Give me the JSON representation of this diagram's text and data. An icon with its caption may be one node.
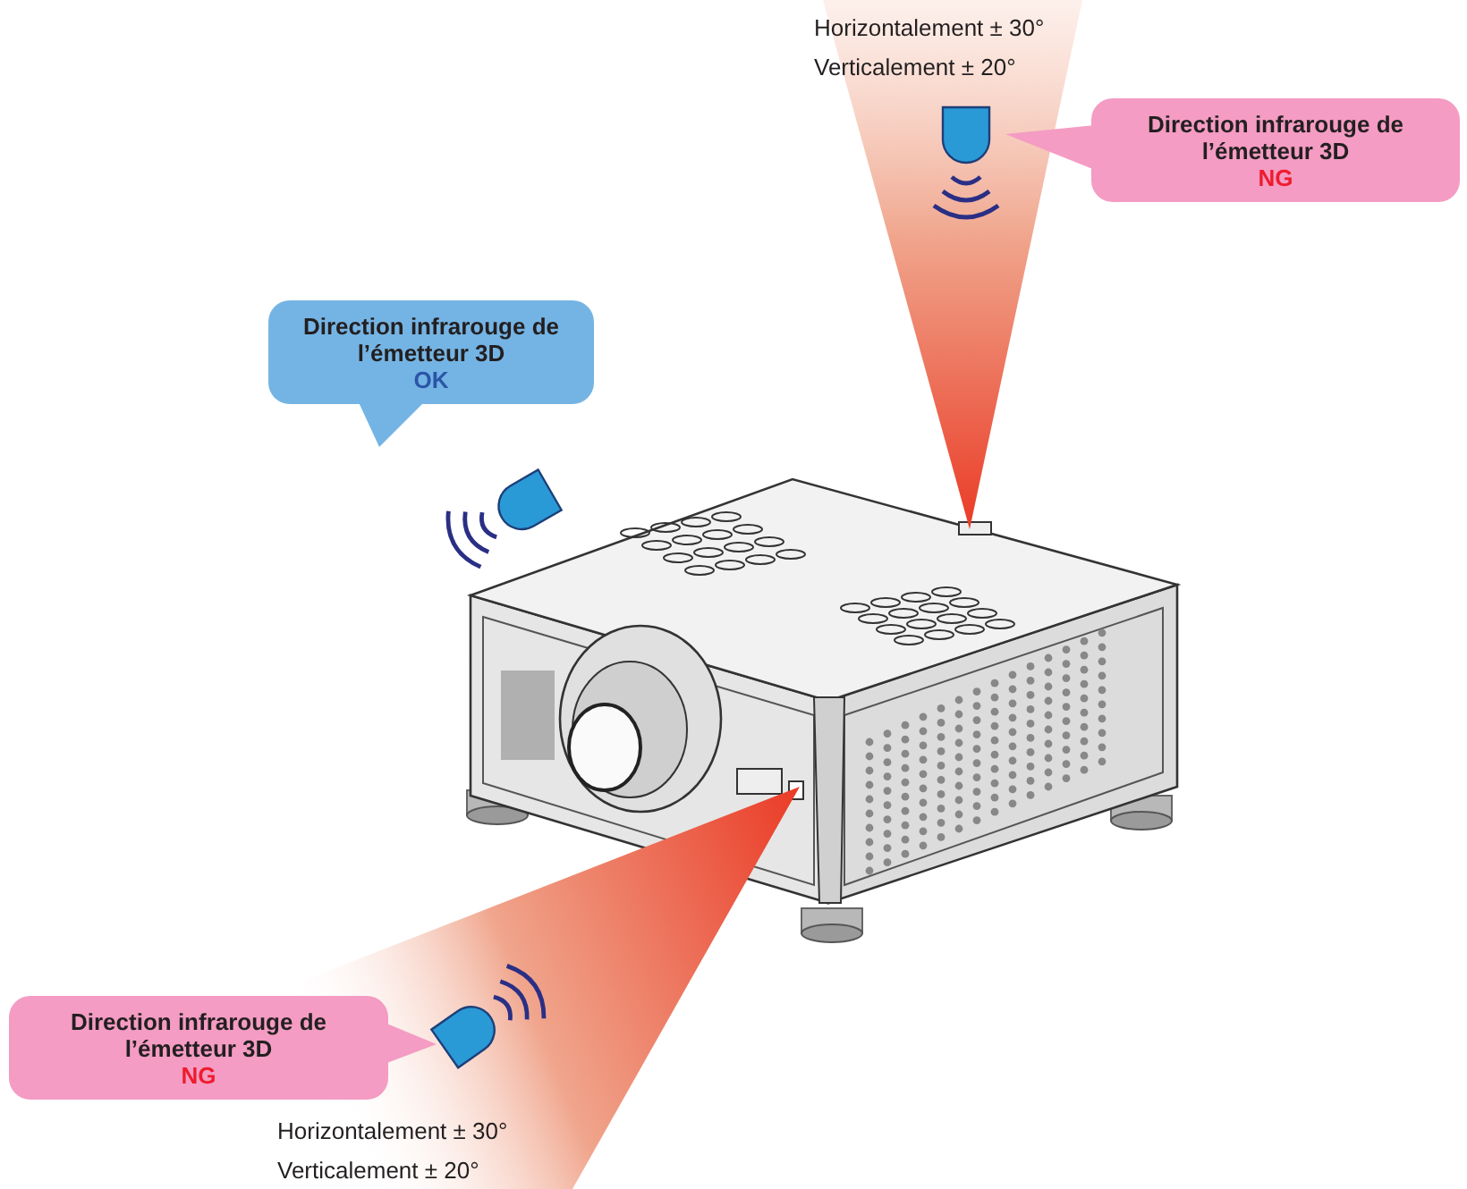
{
  "diagram": {
    "nodes": [
      {
        "text": [
          "Direction infrarouge de l’émetteur 3D",
          "OK"
        ]
      },
      {
        "text": [
          "Direction infrarouge de l’émetteur 3D",
          "NG"
        ]
      },
      {
        "text": [
          "Direction infrarouge de l’émetteur 3D",
          "NG"
        ]
      }
    ],
    "labels": [
      "Horizontalement ± 30°",
      "Verticalement ± 20°",
      "Horizontalement ± 30°",
      "Verticalement ± 20°"
    ]
  }
}
